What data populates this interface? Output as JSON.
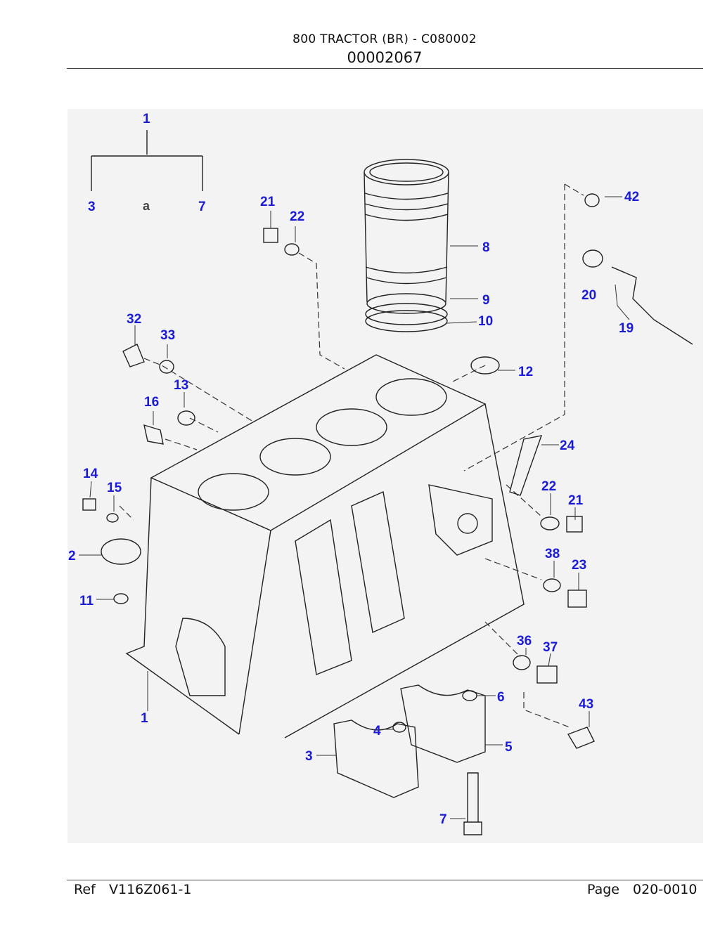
{
  "header": {
    "title": "800 TRACTOR (BR) - C080002",
    "subtitle": "00002067"
  },
  "diagram": {
    "annotation": "a",
    "callouts": [
      "1",
      "3",
      "7",
      "21",
      "22",
      "8",
      "9",
      "10",
      "42",
      "20",
      "19",
      "32",
      "33",
      "13",
      "16",
      "12",
      "24",
      "14",
      "15",
      "22",
      "21",
      "2",
      "38",
      "23",
      "11",
      "36",
      "37",
      "6",
      "43",
      "1",
      "4",
      "5",
      "3",
      "7"
    ],
    "colors": {
      "callout": "#1a1adb",
      "line": "#222222",
      "background": "#f3f3f3"
    }
  },
  "footer": {
    "ref_label": "Ref",
    "ref_value": "V116Z061-1",
    "page_label": "Page",
    "page_value": "020-0010"
  }
}
